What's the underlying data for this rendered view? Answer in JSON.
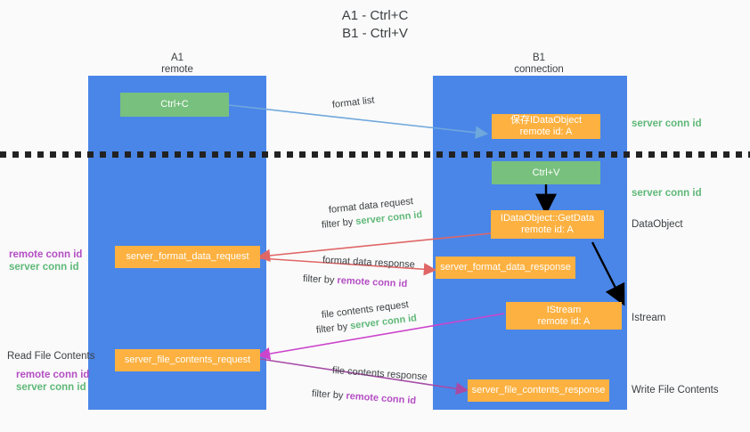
{
  "title": {
    "line1": "A1 - Ctrl+C",
    "line2": "B1 - Ctrl+V"
  },
  "lanes": [
    {
      "name": "A1",
      "sub": "remote"
    },
    {
      "name": "B1",
      "sub": "connection"
    }
  ],
  "boxes": {
    "ctrl_c": "Ctrl+C",
    "ctrl_v": "Ctrl+V",
    "save_dataobject_l1": "保存IDataObject",
    "save_dataobject_l2": "remote id: A",
    "getdata_l1": "IDataObject::GetData",
    "getdata_l2": "remote id: A",
    "istream_l1": "IStream",
    "istream_l2": "remote id: A",
    "server_format_data_request": "server_format_data_request",
    "server_format_data_response": "server_format_data_response",
    "server_file_contents_request": "server_file_contents_request",
    "server_file_contents_response": "server_file_contents_response"
  },
  "right_labels": {
    "server_conn_id_top": "server conn id",
    "server_conn_id_mid": "server conn id",
    "dataobject": "DataObject",
    "istream": "Istream",
    "write_file_contents": "Write File Contents"
  },
  "left_labels": {
    "remote_conn_id_1": "remote conn id",
    "server_conn_id_1": "server conn id",
    "read_file_contents": "Read File Contents",
    "remote_conn_id_2": "remote conn id",
    "server_conn_id_2": "server conn id"
  },
  "captions": {
    "format_list": "format list",
    "format_data_request": "format data request",
    "filter_by": "filter by ",
    "filter_server_conn_id": "server conn id",
    "filter_remote_conn_id": "remote conn id",
    "format_data_response": "format data response",
    "file_contents_request": "file contents request",
    "file_contents_response": "file contents response"
  },
  "colors": {
    "lane": "#4a86e8",
    "green_box": "#78c07e",
    "orange_box": "#fcb141",
    "server_conn": "#5fb878",
    "remote_conn": "#b44ec4",
    "arrow_blue": "#6fa8dc",
    "arrow_red": "#e06666",
    "arrow_magenta": "#cc44cc",
    "arrow_purple": "#a64ca6",
    "arrow_black": "#000000",
    "background": "#fafafa"
  }
}
